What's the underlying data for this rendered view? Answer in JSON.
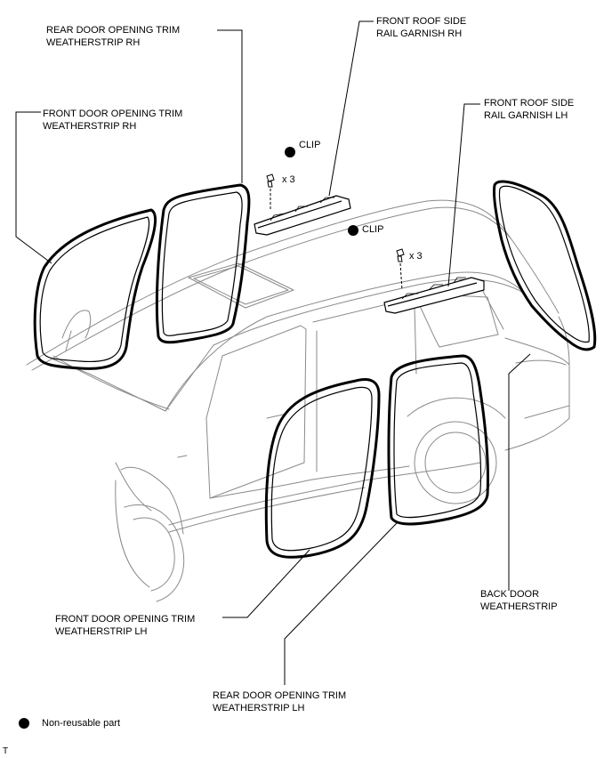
{
  "labels": {
    "rear_door_rh_line1": "REAR DOOR OPENING TRIM",
    "rear_door_rh_line2": "WEATHERSTRIP RH",
    "front_door_rh_line1": "FRONT DOOR OPENING TRIM",
    "front_door_rh_line2": "WEATHERSTRIP RH",
    "roof_garnish_rh_line1": "FRONT ROOF SIDE",
    "roof_garnish_rh_line2": "RAIL GARNISH RH",
    "roof_garnish_lh_line1": "FRONT ROOF SIDE",
    "roof_garnish_lh_line2": "RAIL GARNISH LH",
    "clip_rh": "CLIP",
    "clip_rh_qty": "x 3",
    "clip_lh": "CLIP",
    "clip_lh_qty": "x 3",
    "back_door_line1": "BACK DOOR",
    "back_door_line2": "WEATHERSTRIP",
    "front_door_lh_line1": "FRONT DOOR OPENING TRIM",
    "front_door_lh_line2": "WEATHERSTRIP LH",
    "rear_door_lh_line1": "REAR DOOR OPENING TRIM",
    "rear_door_lh_line2": "WEATHERSTRIP LH"
  },
  "legend": {
    "symbol": "filled-circle",
    "text": "Non-reusable part"
  },
  "corner_mark": "T",
  "colors": {
    "line": "#000000",
    "vehicle": "#7a7a7a",
    "background": "#ffffff"
  }
}
